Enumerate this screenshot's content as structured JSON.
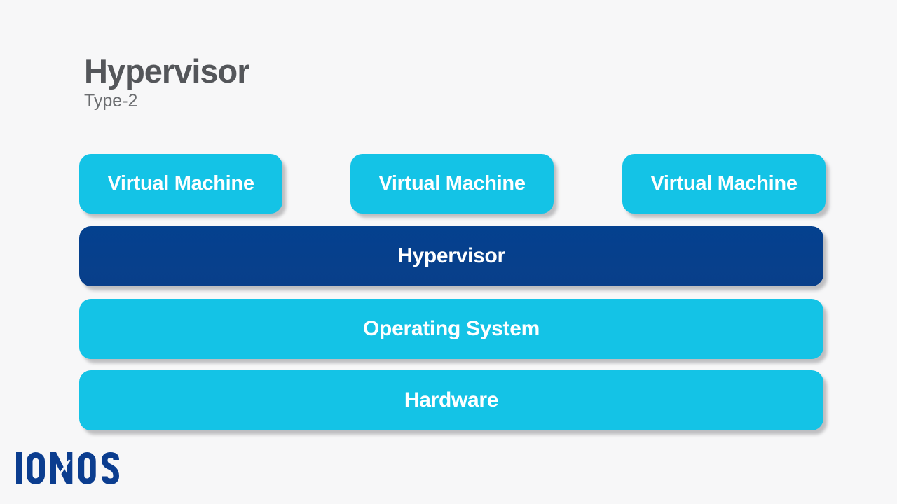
{
  "page": {
    "background_color": "#f7f7f8"
  },
  "header": {
    "title": "Hypervisor",
    "subtitle": "Type-2",
    "title_color": "#54565a",
    "subtitle_color": "#6b6d70"
  },
  "colors": {
    "box_cyan": "#14c3e6",
    "box_navy": "#06408c",
    "box_text": "#ffffff",
    "logo_navy": "#0b3d8f"
  },
  "diagram": {
    "vm_boxes": [
      {
        "label": "Virtual Machine"
      },
      {
        "label": "Virtual Machine"
      },
      {
        "label": "Virtual Machine"
      }
    ],
    "layers": [
      {
        "label": "Hypervisor",
        "variant": "navy"
      },
      {
        "label": "Operating System",
        "variant": "cyan"
      },
      {
        "label": "Hardware",
        "variant": "cyan"
      }
    ]
  },
  "footer": {
    "logo_text": "IONOS"
  }
}
